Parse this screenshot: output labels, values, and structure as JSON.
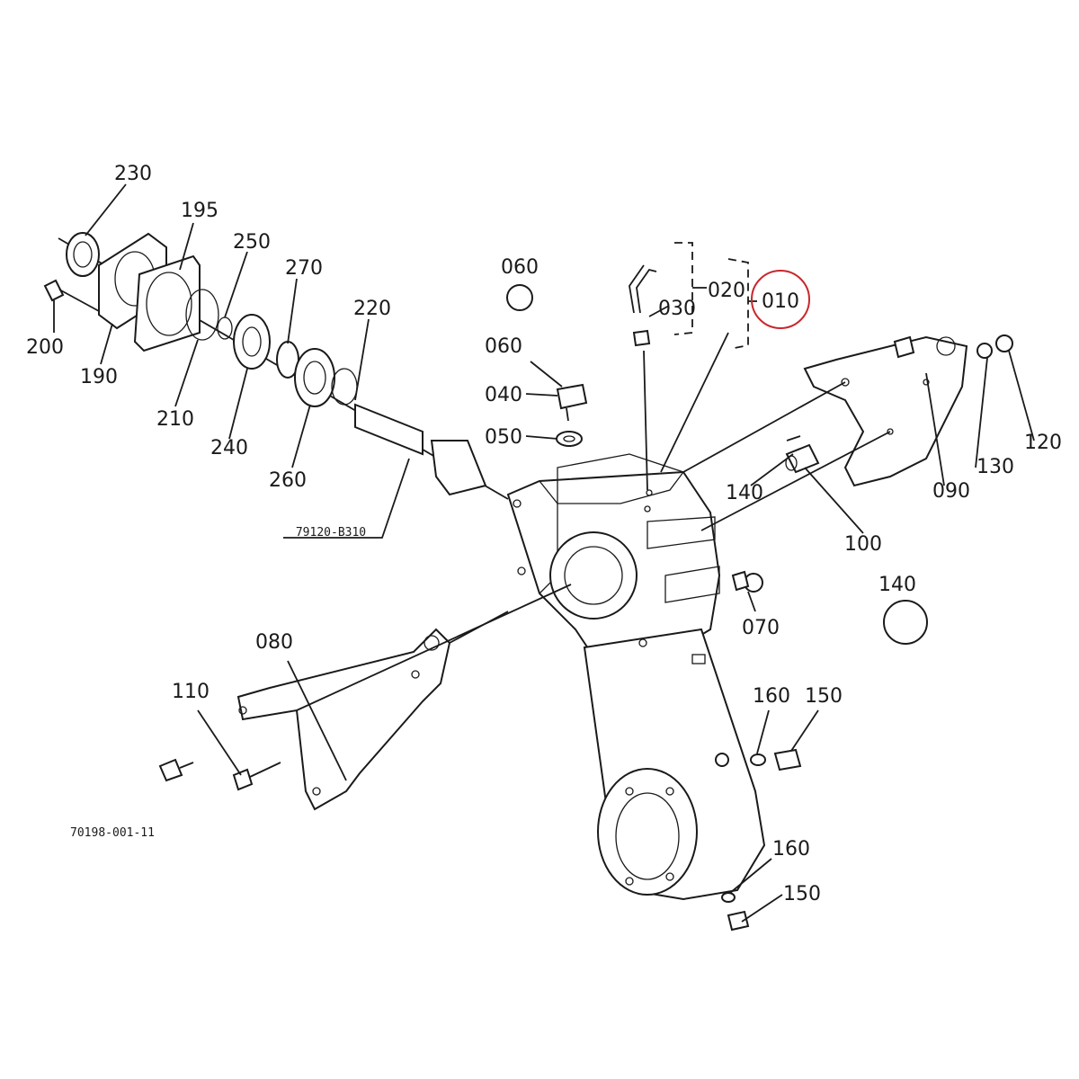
{
  "diagram": {
    "drawing_number": "70198-001-11",
    "subassembly_number": "79120-B310",
    "highlight_color": "#c8282d",
    "highlighted_label": "010",
    "labels": {
      "p230": "230",
      "p195": "195",
      "p250": "250",
      "p270": "270",
      "p220": "220",
      "p200": "200",
      "p190": "190",
      "p210": "210",
      "p240": "240",
      "p260": "260",
      "p060a": "060",
      "p060b": "060",
      "p040": "040",
      "p050": "050",
      "p030": "030",
      "p020": "020",
      "p010": "010",
      "p090": "090",
      "p130": "130",
      "p120": "120",
      "p140a": "140",
      "p100": "100",
      "p140b": "140",
      "p070": "070",
      "p080": "080",
      "p110": "110",
      "p160a": "160",
      "p150a": "150",
      "p160b": "160",
      "p150b": "150"
    }
  }
}
